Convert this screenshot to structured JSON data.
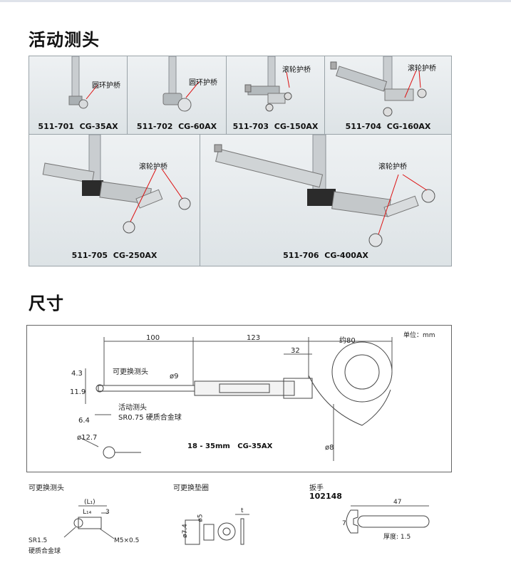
{
  "section_active_heads": {
    "title": "活动测头",
    "cells": [
      {
        "code": "511-701",
        "model": "CG-35AX",
        "label": "圆环护桥"
      },
      {
        "code": "511-702",
        "model": "CG-60AX",
        "label": "圆环护桥"
      },
      {
        "code": "511-703",
        "model": "CG-150AX",
        "label": "滚轮护桥"
      },
      {
        "code": "511-704",
        "model": "CG-160AX",
        "label": "滚轮护桥"
      },
      {
        "code": "511-705",
        "model": "CG-250AX",
        "label": "滚轮护桥"
      },
      {
        "code": "511-706",
        "model": "CG-400AX",
        "label": "滚轮护桥"
      }
    ]
  },
  "section_dimensions": {
    "title": "尺寸",
    "unit": "单位：mm",
    "dims": {
      "d100": "100",
      "d123": "123",
      "d80": "约80",
      "d32": "32",
      "d43": "4.3",
      "d119": "11.9",
      "d64": "6.4",
      "dphi9": "ø9",
      "dphi127": "ø12.7",
      "dphi8": "ø8"
    },
    "labels": {
      "replaceable_head": "可更换测头",
      "active_head": "活动测头",
      "sr_ball": "SR0.75 硬质合金球"
    },
    "caption_range": "18 - 35mm",
    "caption_model": "CG-35AX"
  },
  "bottom": {
    "head": {
      "title": "可更换测头",
      "l1": "(L₁)",
      "l14": "L₁₄",
      "three": "3",
      "sr": "SR1.5",
      "ball": "硬质合金球",
      "thread": "M5×0.5"
    },
    "washer": {
      "title": "可更换垫圈",
      "d74": "ø7.4",
      "d5": "ø5",
      "t": "t"
    },
    "wrench": {
      "title": "扳手",
      "code": "102148",
      "len": "47",
      "w": "7",
      "thick": "厚度: 1.5"
    }
  }
}
